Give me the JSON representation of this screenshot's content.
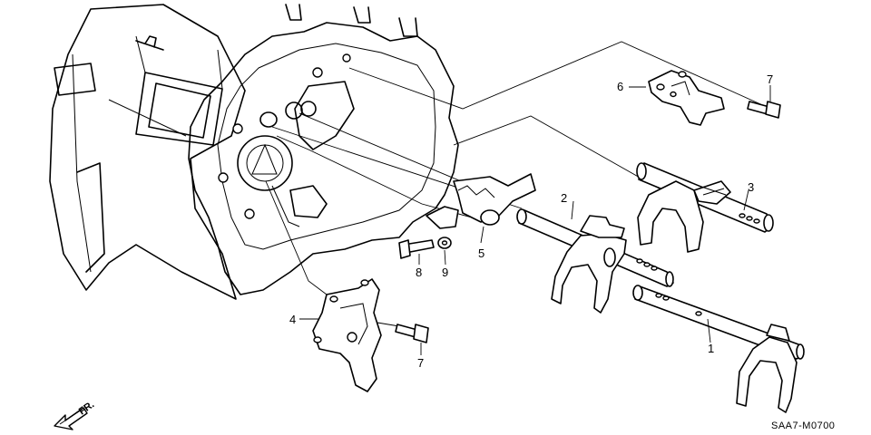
{
  "callouts": {
    "c1": "1",
    "c2": "2",
    "c3": "3",
    "c4": "4",
    "c5": "5",
    "c6": "6",
    "c7a": "7",
    "c7b": "7",
    "c8": "8",
    "c9": "9"
  },
  "direction_label": "FR.",
  "diagram_code": "SAA7-M0700"
}
